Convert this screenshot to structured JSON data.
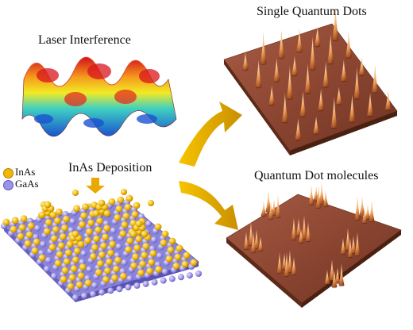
{
  "labels": {
    "laser_interference": "Laser Interference",
    "inas_deposition": "InAs Deposition",
    "single_dots": "Single Quantum Dots",
    "dot_molecules": "Quantum Dot molecules"
  },
  "legend": [
    {
      "label": "InAs",
      "color": "#f2b705"
    },
    {
      "label": "GaAs",
      "color": "#9c94e6"
    }
  ],
  "colors": {
    "arrow": "#e0a800",
    "dot_surface": "#8a4a32",
    "dot_peak": "#f0b070",
    "inas": "#f2b705",
    "gaas": "#8f87dc"
  },
  "icons": [
    "curved-arrow-icon",
    "down-arrow-icon"
  ]
}
